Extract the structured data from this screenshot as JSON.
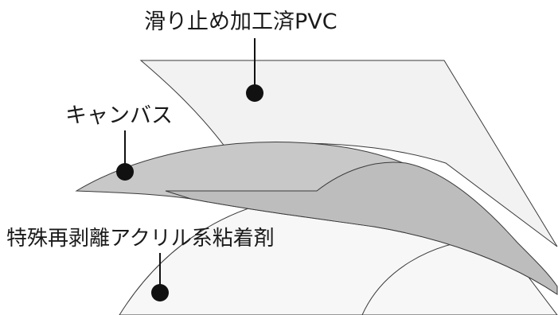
{
  "layers": {
    "top": {
      "label": "滑り止め加工済PVC"
    },
    "middle": {
      "label": "キャンバス"
    },
    "bottom": {
      "label": "特殊再剥離アクリル系粘着剤"
    }
  },
  "colors": {
    "pvc_fill": "#f2f2f2",
    "canvas_fill": "#c8c8c8",
    "canvas_inner_fill": "#bdbdbd",
    "adhesive_fill": "#f7f7f7",
    "outline": "#3a3a3a",
    "marker": "#111111"
  }
}
